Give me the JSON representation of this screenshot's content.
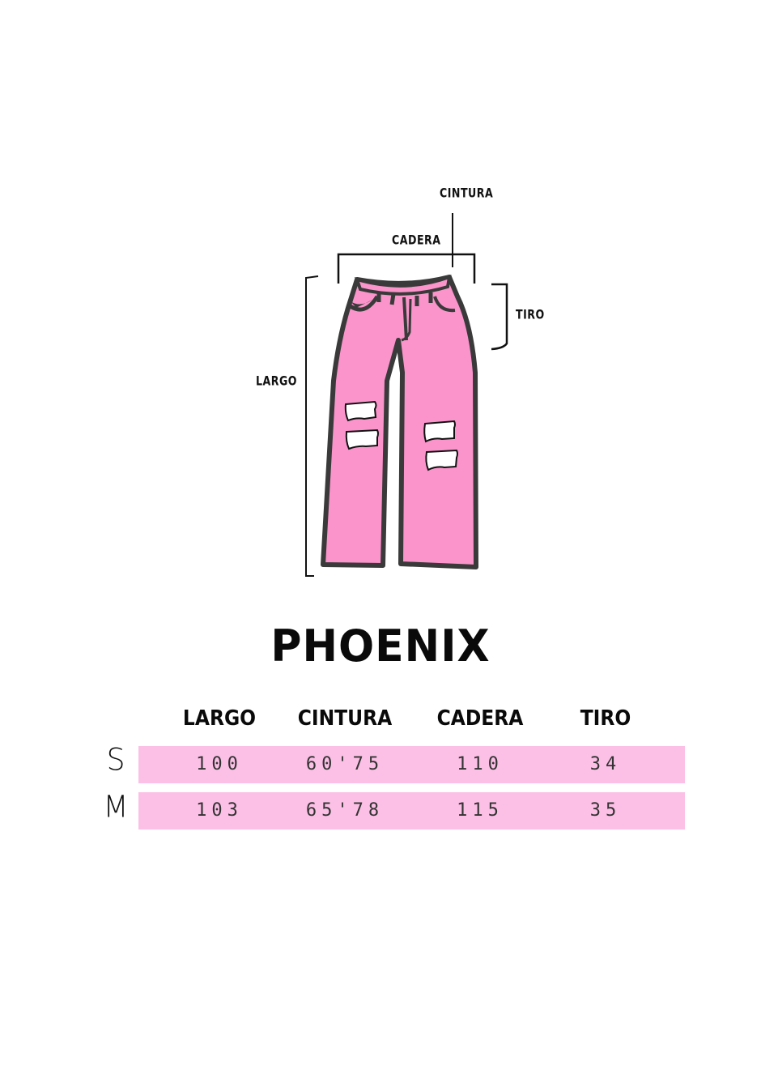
{
  "diagram": {
    "labels": {
      "cintura": "CINTURA",
      "cadera": "CADERA",
      "tiro": "TIRO",
      "largo": "LARGO"
    },
    "colors": {
      "pants_fill": "#fb94cb",
      "outline": "#3a3a3a",
      "patch": "#ffffff"
    }
  },
  "product": {
    "name": "PHOENIX"
  },
  "size_table": {
    "columns": [
      "LARGO",
      "CINTURA",
      "CADERA",
      "TIRO"
    ],
    "row_color": "#fcc0e6",
    "rows": [
      {
        "size": "S",
        "values": [
          "100",
          "60'75",
          "110",
          "34"
        ]
      },
      {
        "size": "M",
        "values": [
          "103",
          "65'78",
          "115",
          "35"
        ]
      }
    ]
  }
}
